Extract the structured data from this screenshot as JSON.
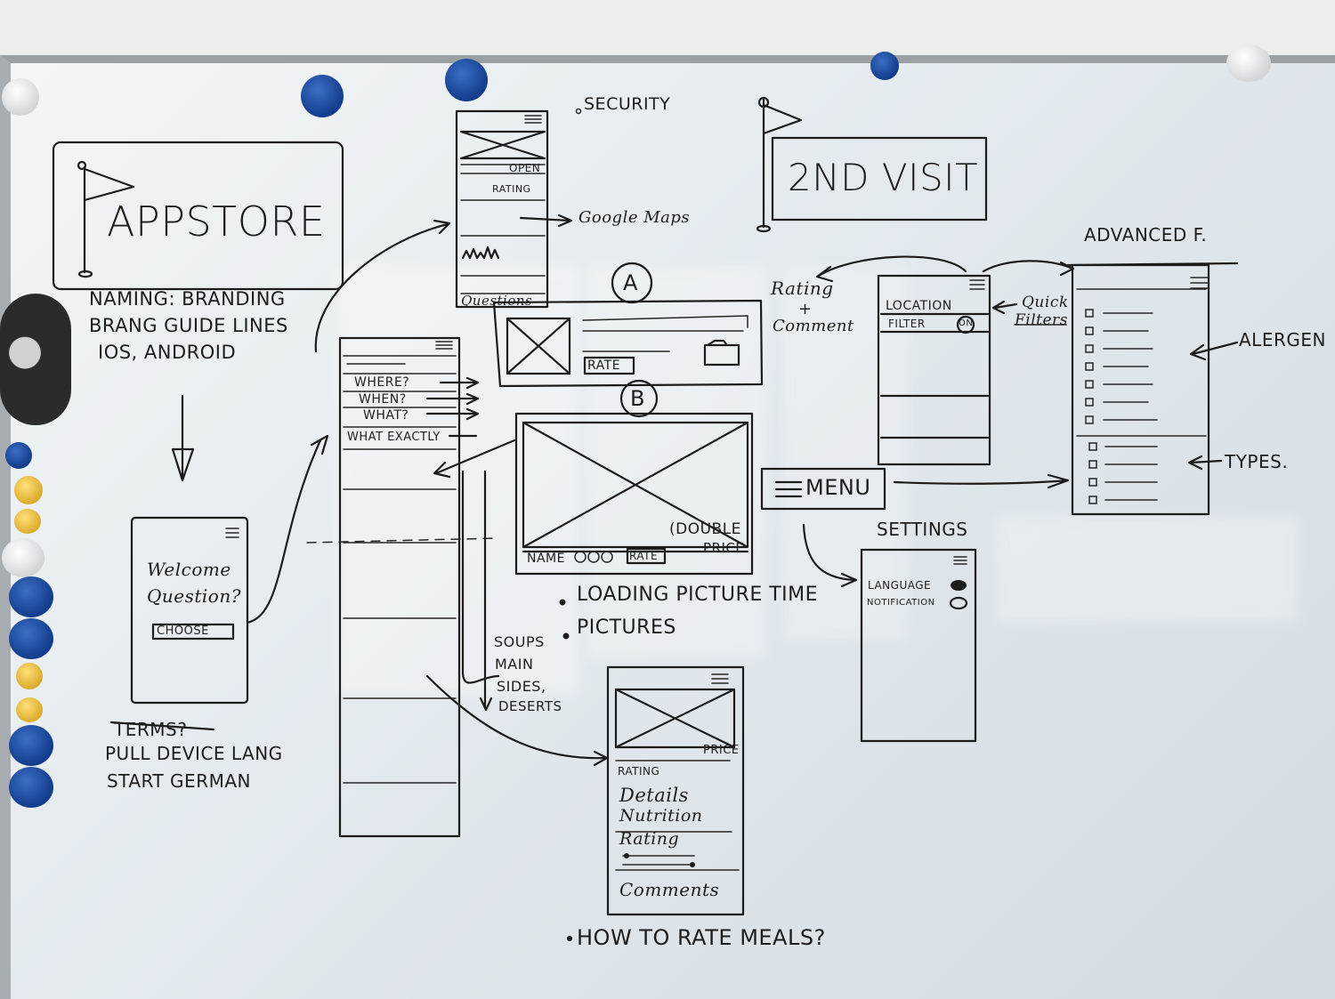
{
  "texts": {
    "appstore": "APPSTORE",
    "naming": [
      "NAMiNG: BRANDiNG",
      "BRANG GUiDE LiNES",
      "iOS, ANDROiD"
    ],
    "welcome_q": [
      "Welcome",
      "Question?"
    ],
    "choose": "CHOOSE",
    "terms": "TERMS?",
    "pull": [
      "PULL DEViCE LANG",
      "START GERMAN"
    ],
    "security": "SECURiTY",
    "open": "OPEN",
    "rating_top": "RATiNG",
    "google_maps": "Google Maps",
    "questions": "Questions",
    "circle_a": "A",
    "circle_b": "B",
    "rate_a": "RATE",
    "filter_list": [
      "WHERE?",
      "WHEN?",
      "WHAT?",
      "WHAT EXACTLY"
    ],
    "double_price": [
      "(DOUBLE",
      "PRiCE"
    ],
    "name_bar": "NAME",
    "rate_b": "RATE",
    "loading": [
      "LOADiNG PiCTURE TiME",
      "PiCTURES"
    ],
    "courses": [
      "SOUPS",
      "MAiN",
      "SiDES,",
      "DESERTS"
    ],
    "detail_price": "PRiCE",
    "detail_rating": "RATiNG",
    "detail_list": [
      "Details",
      "Nutrition",
      "Rating"
    ],
    "comments": "Comments",
    "how_to_rate": "HOW TO RATE MEALS?",
    "second_visit": "2ND ViSiT",
    "rating_comment": [
      "Rating",
      "+",
      "Comment"
    ],
    "location": "LOCATiON",
    "filter_on": "FiLTER",
    "on": "ON",
    "quick_filters": [
      "Quick",
      "Filters"
    ],
    "menu": "MENU",
    "settings": "SETTiNGS",
    "language": "LANGUAGE",
    "notification": "NOTiFiCATiON",
    "advanced": "ADVANCED F.",
    "alergen": "ALERGEN",
    "types": "TYPES."
  },
  "colors": {
    "board": "#e6ecf0",
    "ink": "#1c1c1c",
    "magnet_blue": "#1f4ea3",
    "magnet_yellow": "#e9b93a",
    "magnet_white": "#f4f5f5"
  }
}
